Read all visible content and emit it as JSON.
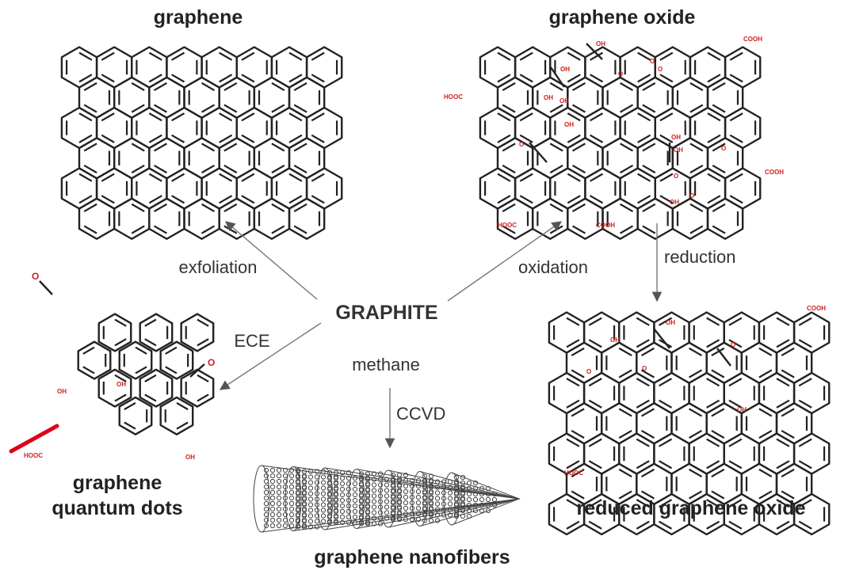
{
  "titles": {
    "graphene": "graphene",
    "graphene_oxide": "graphene oxide",
    "graphene_qd_line1": "graphene",
    "graphene_qd_line2": "quantum dots",
    "reduced_graphene_oxide": "reduced graphene oxide",
    "graphene_nanofibers": "graphene nanofibers"
  },
  "center_label": "GRAPHITE",
  "process_labels": {
    "exfoliation": "exfoliation",
    "oxidation": "oxidation",
    "reduction": "reduction",
    "ece": "ECE",
    "methane": "methane",
    "ccvd": "CCVD"
  },
  "functional_groups": {
    "cooh": "COOH",
    "hooc": "HOOC",
    "oh": "OH",
    "o": "O"
  },
  "colors": {
    "structure": "#222222",
    "functional_group": "#cc2222",
    "arrow": "#777777",
    "pointer": "#e0001a"
  }
}
